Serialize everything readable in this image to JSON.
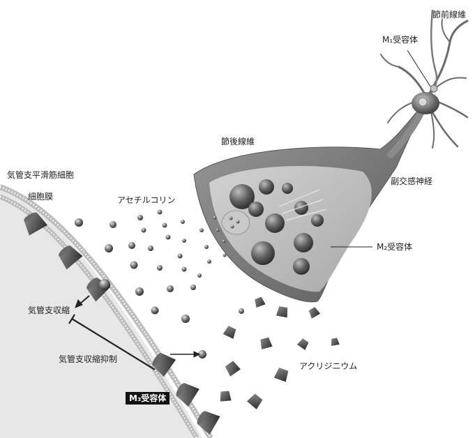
{
  "labels": {
    "preganglionic_fiber": "節前線維",
    "m1_receptor": "M₁受容体",
    "postganglionic_fiber": "節後線維",
    "smooth_muscle_cell": "気管支平滑筋細胞",
    "parasympathetic_nerve": "副交感神経",
    "cell_membrane": "細胞膜",
    "acetylcholine": "アセチルコリン",
    "m2_receptor": "M₂受容体",
    "bronchoconstriction": "気管支収縮",
    "bronchoconstriction_inhibition": "気管支収縮抑制",
    "aclidinium": "アクリジニウム",
    "m3_receptor": "M₃受容体"
  }
}
